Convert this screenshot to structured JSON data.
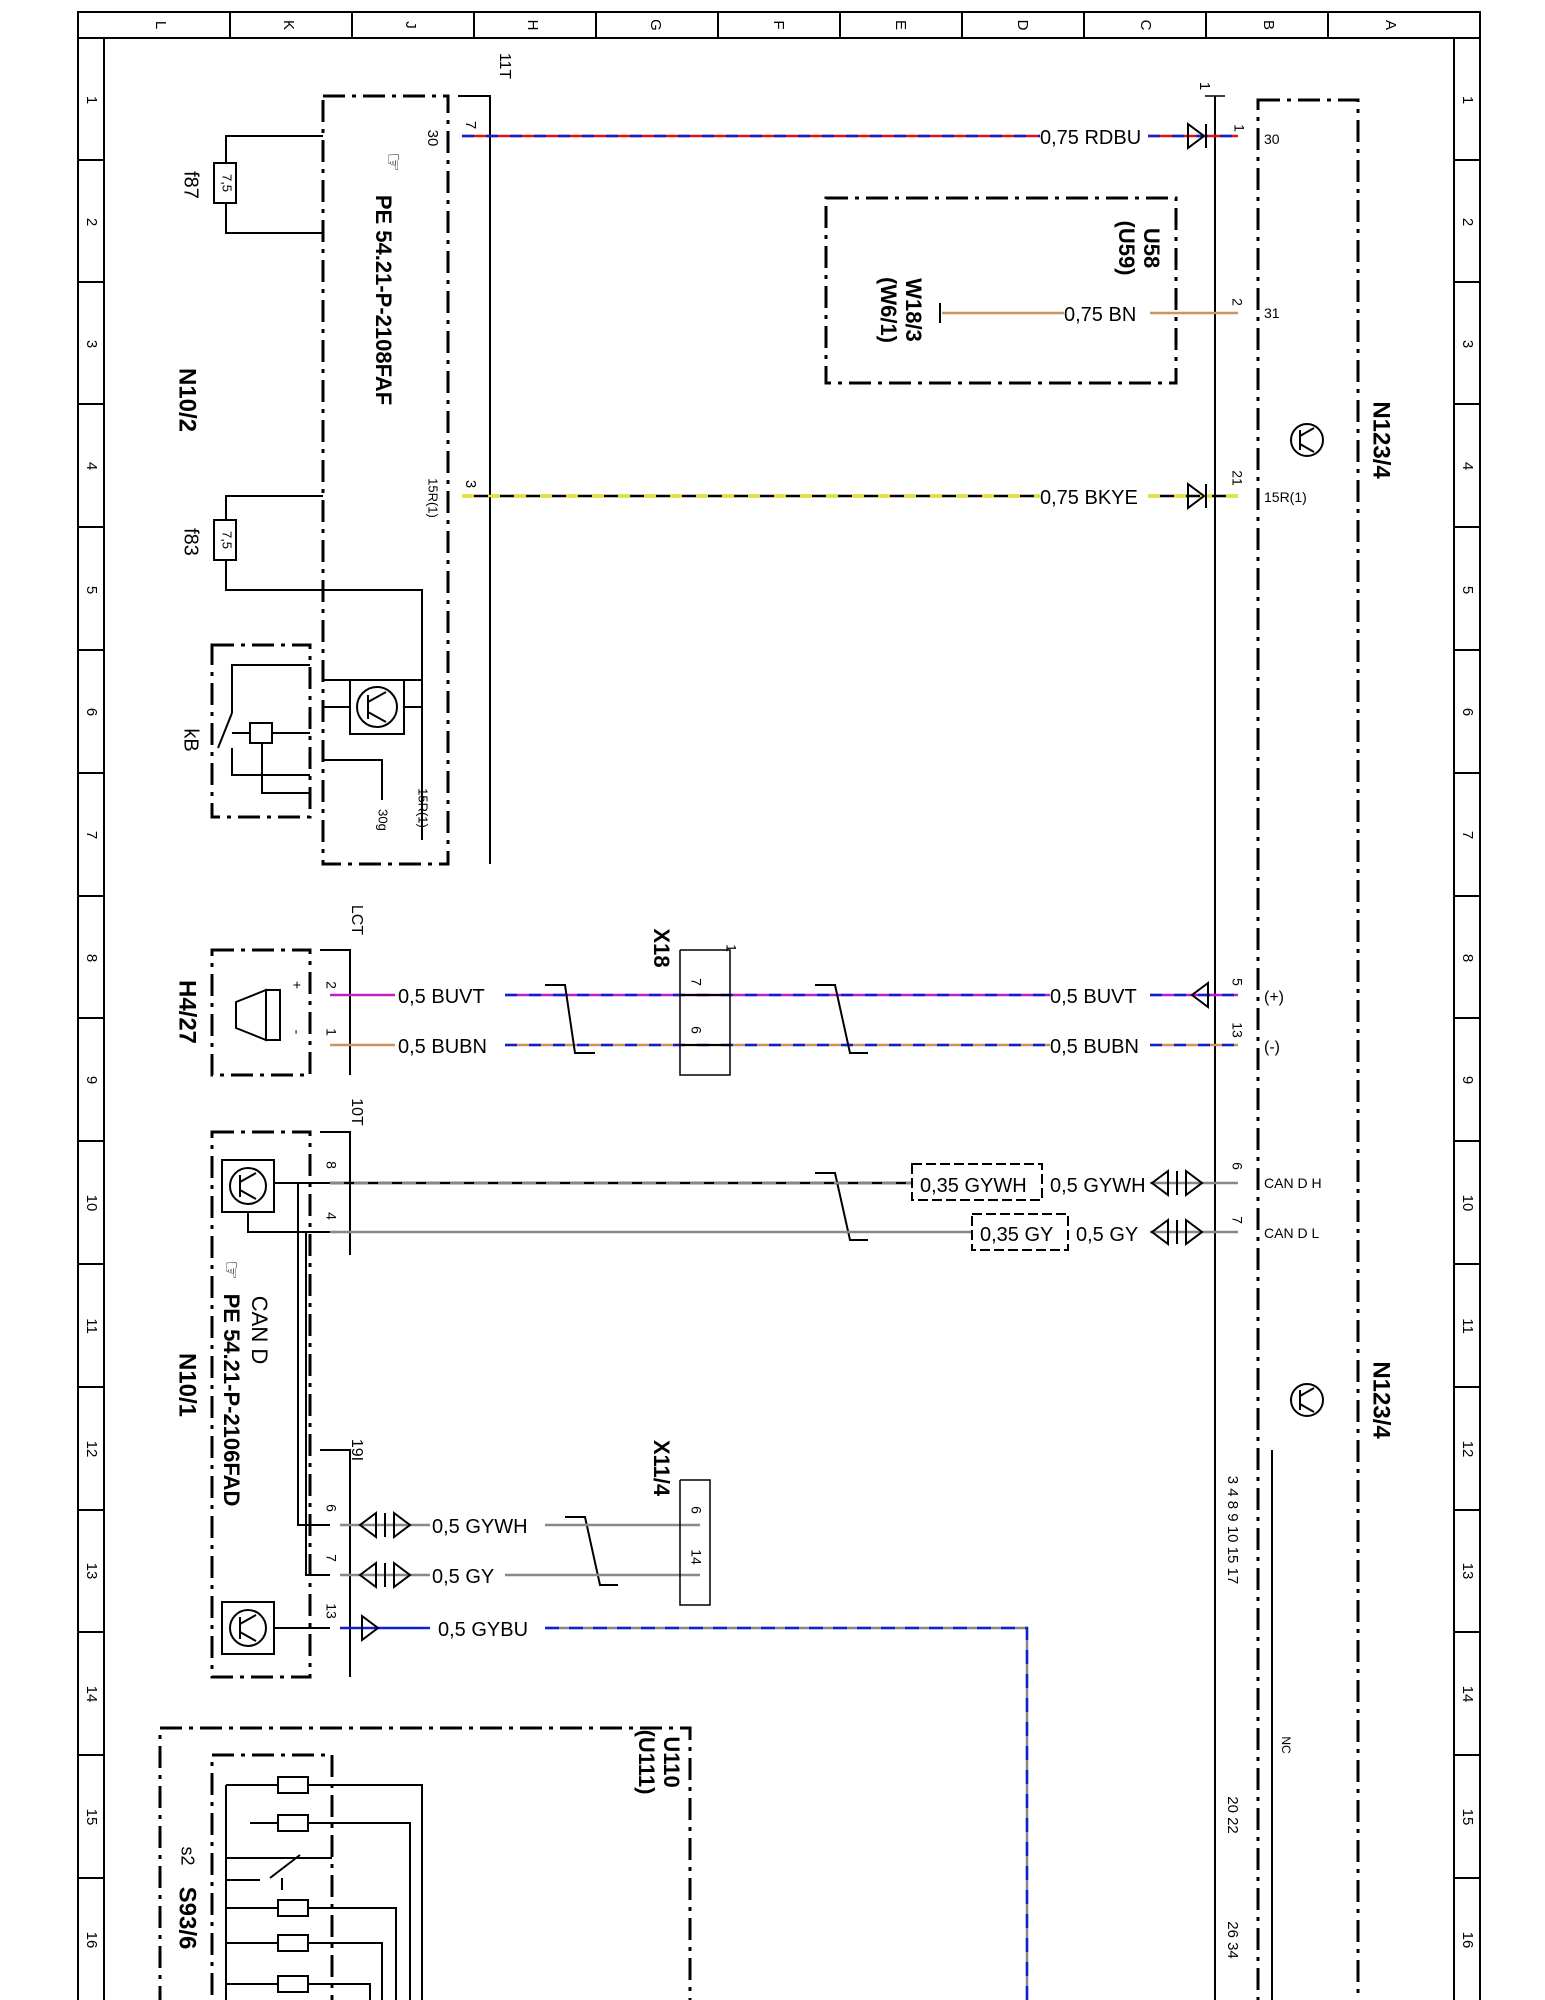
{
  "grid": {
    "top_letters": [
      "L",
      "K",
      "J",
      "H",
      "G",
      "F",
      "E",
      "D",
      "C",
      "B",
      "A"
    ],
    "side_numbers": [
      "1",
      "2",
      "3",
      "4",
      "5",
      "6",
      "7",
      "8",
      "9",
      "10",
      "11",
      "12",
      "13",
      "14",
      "15",
      "16"
    ]
  },
  "components": {
    "n10_2": "N10/2",
    "n10_2_ref": "PE 54.21-P-2108FAF",
    "n10_1": "N10/1",
    "n10_1_ref": "PE 54.21-P-2106FAD",
    "n10_1_bus": "CAN D",
    "n123_top": "N123/4",
    "n123_bottom": "N123/4",
    "u58": "U58",
    "u59": "(U59)",
    "w18": "W18/3",
    "w6": "(W6/1)",
    "h4": "H4/27",
    "x18": "X18",
    "x11": "X11/4",
    "u110": "U110",
    "u111": "(U111)",
    "s93": "S93/6",
    "s2": "s2",
    "f87": "f87",
    "f83": "f83",
    "kb": "kB",
    "fuse_val_1": "7,5",
    "fuse_val_2": "7,5",
    "conn_11t": "11T",
    "conn_lct": "LCT",
    "conn_10t": "10T",
    "conn_19i": "19I"
  },
  "pins": {
    "n10_2_30": "30",
    "n10_2_7": "7",
    "n10_2_15r": "15R(1)",
    "n10_2_3": "3",
    "kb_15r": "15R(1)",
    "kb_30g": "30g",
    "n123_1": "1",
    "n123_30": "30",
    "n123_2": "2",
    "n123_31": "31",
    "n123_21": "21",
    "n123_15r": "15R(1)",
    "n123_5": "5",
    "n123_plus": "(+)",
    "n123_13": "13",
    "n123_minus": "(-)",
    "n123_6": "6",
    "n123_canh": "CAN D H",
    "n123_7": "7",
    "n123_canl": "CAN D L",
    "n123_conn_1": "1",
    "h4_2": "2",
    "h4_1": "1",
    "h4_plus": "+",
    "h4_minus": "-",
    "x18_7": "7",
    "x18_6": "6",
    "x18_1": "1",
    "n10_1_8": "8",
    "n10_1_4": "4",
    "n10_1_6": "6",
    "n10_1_7": "7",
    "n10_1_13": "13",
    "x11_6": "6",
    "x11_14": "14",
    "nc": "NC",
    "bottom_pins": "3  4  8  9  10  15  17",
    "bottom_pins_2": "20  22",
    "bottom_pins_3": "26  34"
  },
  "wires": {
    "w_rdbu": "0,75  RDBU",
    "w_bn": "0,75  BN",
    "w_bkye": "0,75  BKYE",
    "w_buvt_l": "0,5  BUVT",
    "w_bubn_l": "0,5  BUBN",
    "w_buvt_r": "0,5  BUVT",
    "w_bubn_r": "0,5  BUBN",
    "w_gywh_box": "0,35  GYWH",
    "w_gywh": "0,5  GYWH",
    "w_gy_box": "0,35  GY",
    "w_gy": "0,5  GY",
    "w_gywh2": "0,5  GYWH",
    "w_gy2": "0,5  GY",
    "w_gybu": "0,5  GYBU"
  },
  "colors": {
    "red": "#e01010",
    "blue": "#1020d0",
    "brown": "#c8955a",
    "yellow": "#f0e800",
    "purple": "#c020c0",
    "gray": "#888888",
    "black": "#000000"
  }
}
